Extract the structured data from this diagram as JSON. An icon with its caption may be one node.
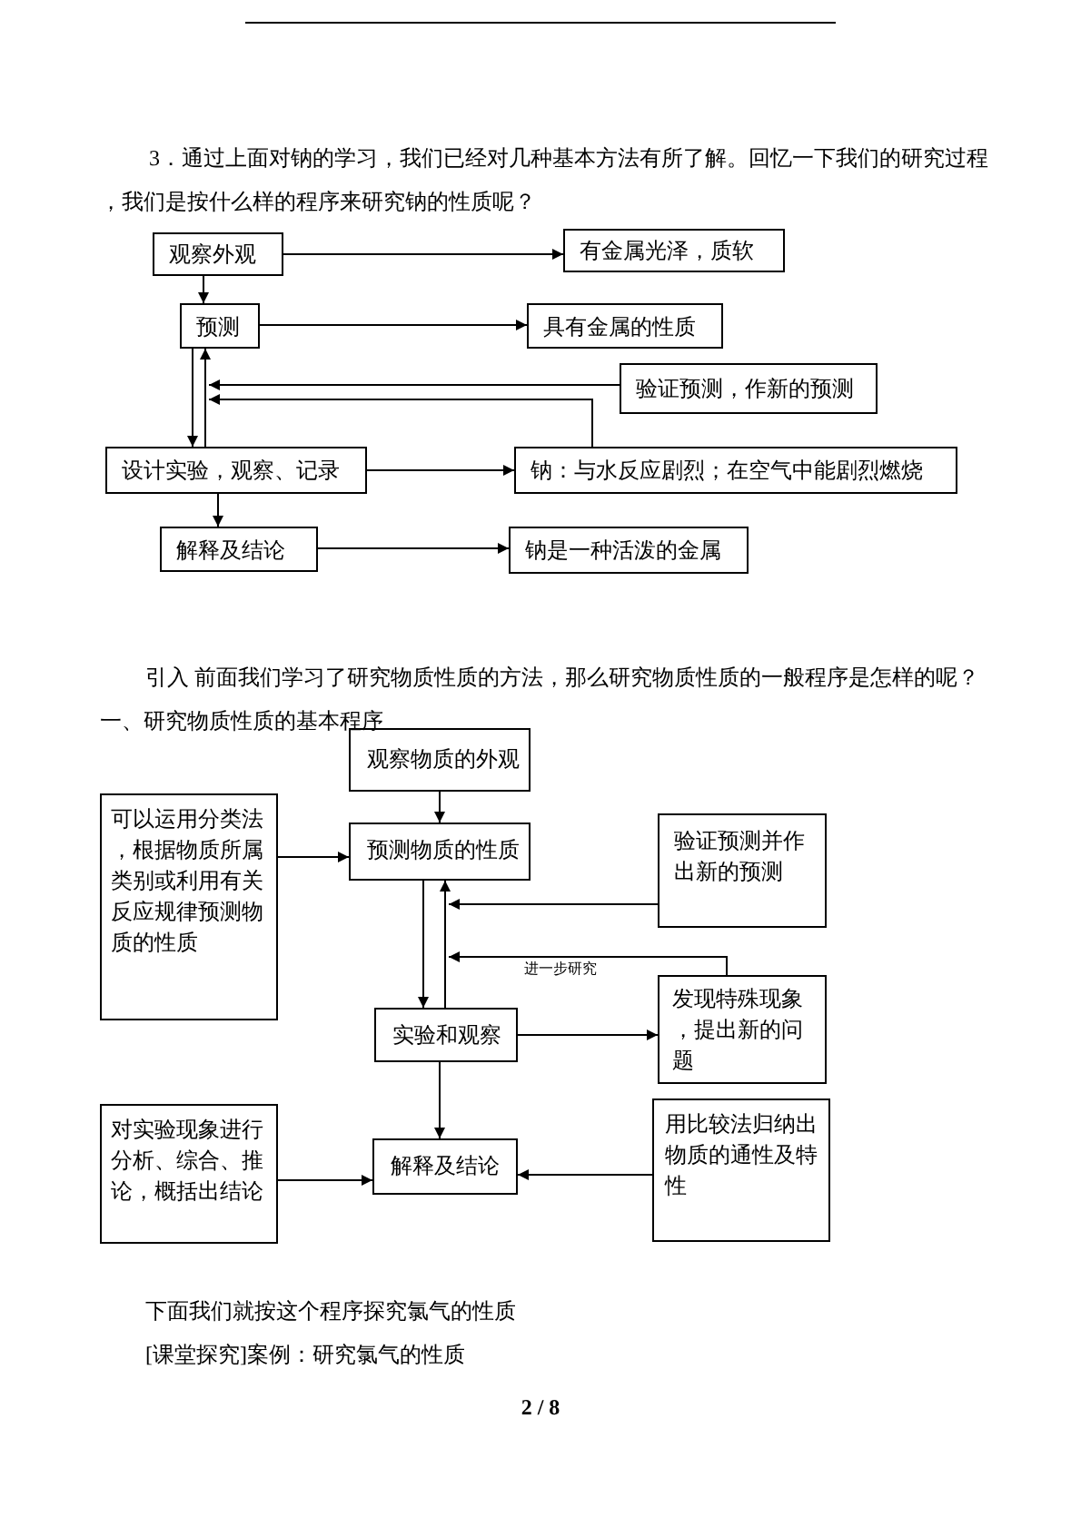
{
  "diagram": {
    "nodes": [
      {
        "text": [
          "观察外观"
        ]
      },
      {
        "text": [
          "有金属光泽，质软"
        ]
      },
      {
        "text": [
          "预测"
        ]
      },
      {
        "text": [
          "具有金属的性质"
        ]
      },
      {
        "text": [
          "验证预测，作新的预测"
        ]
      },
      {
        "text": [
          "设计实验，观察、记录"
        ]
      },
      {
        "text": [
          "钠：与水反应剧烈；在空气中能剧烈燃烧"
        ]
      },
      {
        "text": [
          "解释及结论"
        ]
      },
      {
        "text": [
          "钠是一种活泼的金属"
        ]
      },
      {
        "text": [
          "观察物质的外观"
        ]
      },
      {
        "text": [
          "可以运用分类法，根据物质所属类别或利用有关反应规律预测物质的性质"
        ]
      },
      {
        "text": [
          "预测物质的性质"
        ]
      },
      {
        "text": [
          "验证预测并作出新的预测"
        ]
      },
      {
        "text": [
          "发现特殊现象，提出新的问题"
        ]
      },
      {
        "text": [
          "实验和观察"
        ]
      },
      {
        "text": [
          "对实验现象进行分析、综合、推论，概括出结论"
        ]
      },
      {
        "text": [
          "解释及结论"
        ]
      },
      {
        "text": [
          "用比较法归纳出物质的通性及特性"
        ]
      }
    ],
    "edges": [
      {
        "from": 0,
        "to": 1,
        "arrow": "to"
      },
      {
        "from": 0,
        "to": 2,
        "arrow": "to"
      },
      {
        "from": 2,
        "to": 3,
        "arrow": "to"
      },
      {
        "from": 2,
        "to": 5,
        "arrow": "to"
      },
      {
        "from": 5,
        "to": 2,
        "arrow": "to"
      },
      {
        "from": 4,
        "to": 2,
        "arrow": "to"
      },
      {
        "from": 6,
        "to": 2,
        "arrow": "to"
      },
      {
        "from": 5,
        "to": 6,
        "arrow": "to"
      },
      {
        "from": 5,
        "to": 7,
        "arrow": "to"
      },
      {
        "from": 7,
        "to": 8,
        "arrow": "to"
      },
      {
        "from": 9,
        "to": 11,
        "arrow": "to"
      },
      {
        "from": 10,
        "to": 11,
        "arrow": "to"
      },
      {
        "from": 11,
        "to": 14,
        "arrow": "to"
      },
      {
        "from": 14,
        "to": 11,
        "arrow": "to"
      },
      {
        "from": 12,
        "to": 11,
        "arrow": "to"
      },
      {
        "from": 13,
        "to": 11,
        "arrow": "to",
        "label": "进一步研究"
      },
      {
        "from": 14,
        "to": 13,
        "arrow": "to"
      },
      {
        "from": 14,
        "to": 16,
        "arrow": "to"
      },
      {
        "from": 15,
        "to": 16,
        "arrow": "to"
      },
      {
        "from": 17,
        "to": 16,
        "arrow": "to"
      }
    ],
    "labels": [
      "3．通过上面对钠的学习，我们已经对几种基本方法有所了解。回忆一下我们的研究过程，我们是按什么样的程序来研究钠的性质呢？",
      "引入 前面我们学习了研究物质性质的方法，那么研究物质性质的一般程序是怎样的呢？",
      "一、研究物质性质的基本程序",
      "下面我们就按这个程序探究氯气的性质",
      "[课堂探究]案例：研究氯气的性质",
      "2 / 8"
    ]
  }
}
